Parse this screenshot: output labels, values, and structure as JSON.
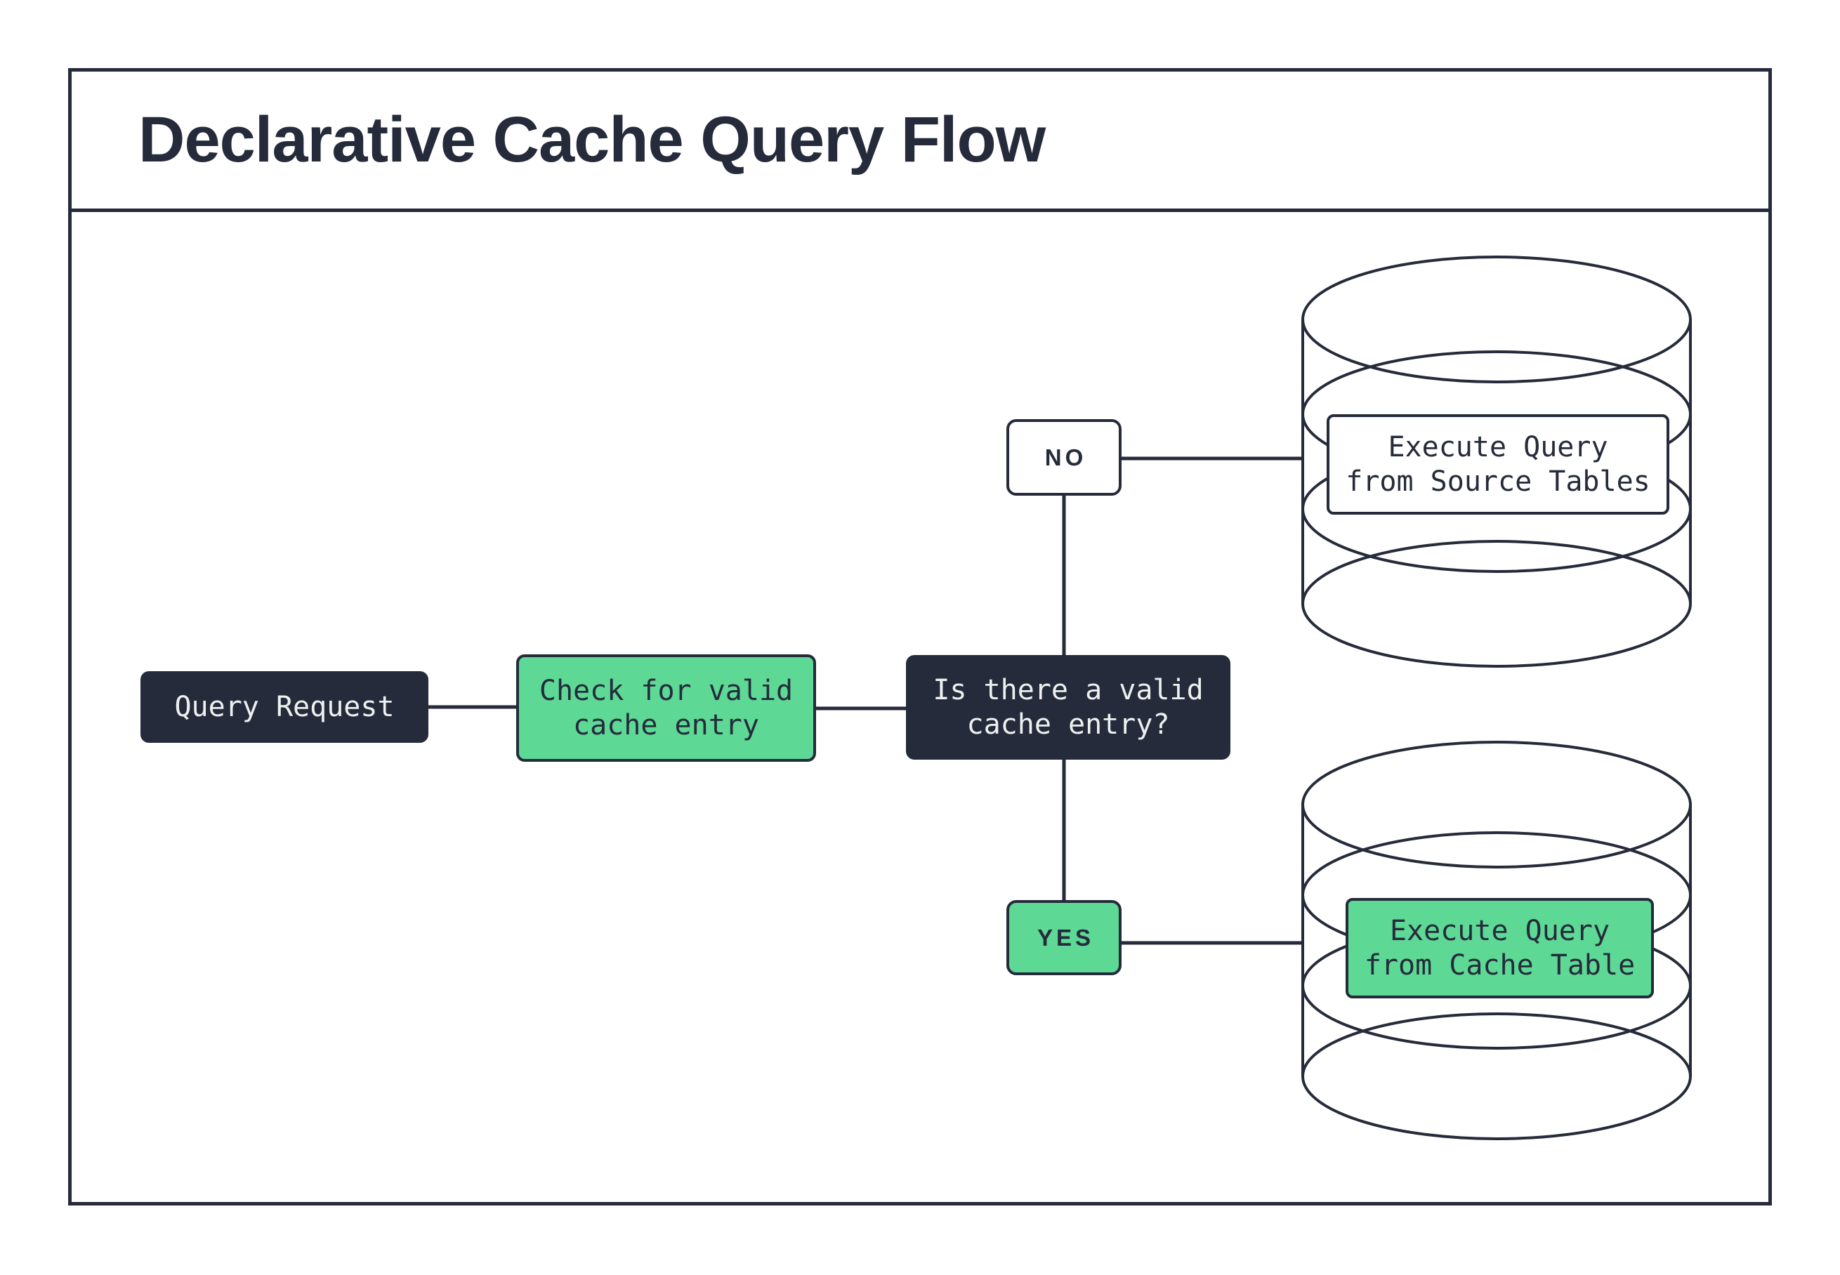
{
  "title": "Declarative Cache Query Flow",
  "colors": {
    "ink": "#252b3b",
    "green": "#5dd895",
    "paper": "#ffffff",
    "light_text": "#edf0ef"
  },
  "nodes": {
    "query_request": {
      "label": "Query Request"
    },
    "check_cache": {
      "label": "Check for valid\ncache entry"
    },
    "decision": {
      "label": "Is there a valid\ncache entry?"
    },
    "source_db": {
      "label": "Execute Query\nfrom Source Tables"
    },
    "cache_db": {
      "label": "Execute Query\nfrom Cache Table"
    }
  },
  "edges": {
    "no": {
      "label": "NO"
    },
    "yes": {
      "label": "YES"
    }
  }
}
